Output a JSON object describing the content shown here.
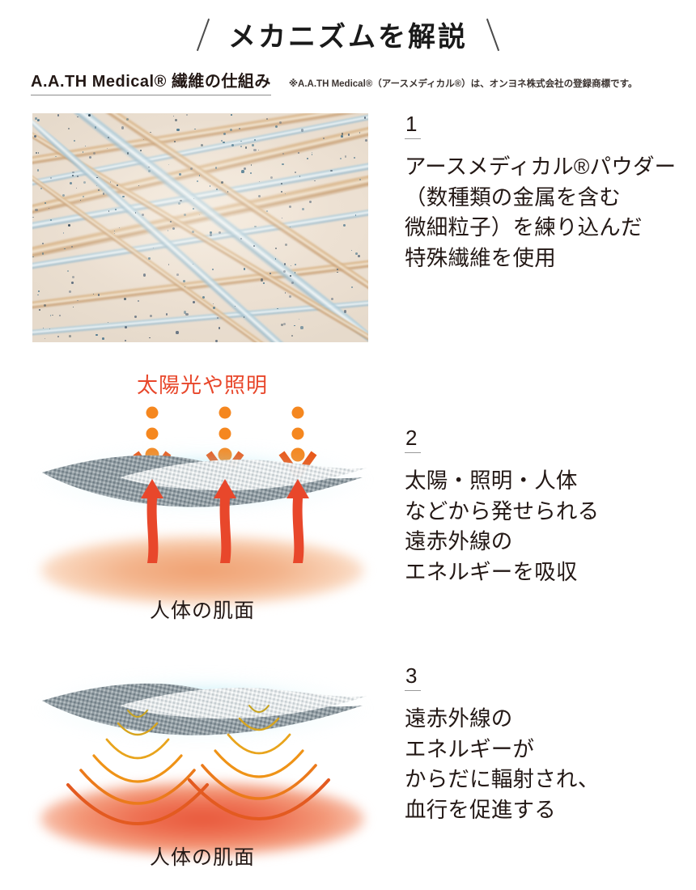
{
  "header": {
    "title": "メカニズムを解説",
    "decoration_left": "slash-left",
    "decoration_right": "slash-right",
    "subhead_title": "A.A.TH Medical® 繊維の仕組み",
    "subhead_note": "※A.A.TH Medical®（アースメディカル®）は、オンヨネ株式会社の登録商標です。"
  },
  "steps": [
    {
      "number": "1",
      "text": "アースメディカル®パウダー\n（数種類の金属を含む\n微細粒子）を練り込んだ\n特殊繊維を使用",
      "lines": [
        "アースメディカル®パウダー",
        "（数種類の金属を含む",
        "微細粒子）を練り込んだ",
        "特殊繊維を使用"
      ],
      "visual": "fiber-micrograph-photo"
    },
    {
      "number": "2",
      "text": "太陽・照明・人体\nなどから発せられる\n遠赤外線の\nエネルギーを吸収",
      "lines": [
        "太陽・照明・人体",
        "などから発せられる",
        "遠赤外線の",
        "エネルギーを吸収"
      ],
      "visual": "absorption-diagram",
      "diagram_labels": {
        "light_source": "太陽光や照明",
        "skin_surface": "人体の肌面"
      }
    },
    {
      "number": "3",
      "text": "遠赤外線の\nエネルギーが\nからだに輻射され、\n血行を促進する",
      "lines": [
        "遠赤外線の",
        "エネルギーが",
        "からだに輻射され、",
        "血行を促進する"
      ],
      "visual": "radiation-diagram",
      "diagram_labels": {
        "skin_surface": "人体の肌面"
      }
    }
  ],
  "colors": {
    "text": "#231815",
    "accent_red": "#e8472b",
    "accent_orange_dot": "#f5871f",
    "chevron_orange": "#ea5514",
    "glow_cyan": "#78d7eb",
    "skin_warm": "#f0a070",
    "skin_hot": "#e8573a",
    "mesh_grey": "#8a9499",
    "rule_grey": "#8c8c8c"
  }
}
